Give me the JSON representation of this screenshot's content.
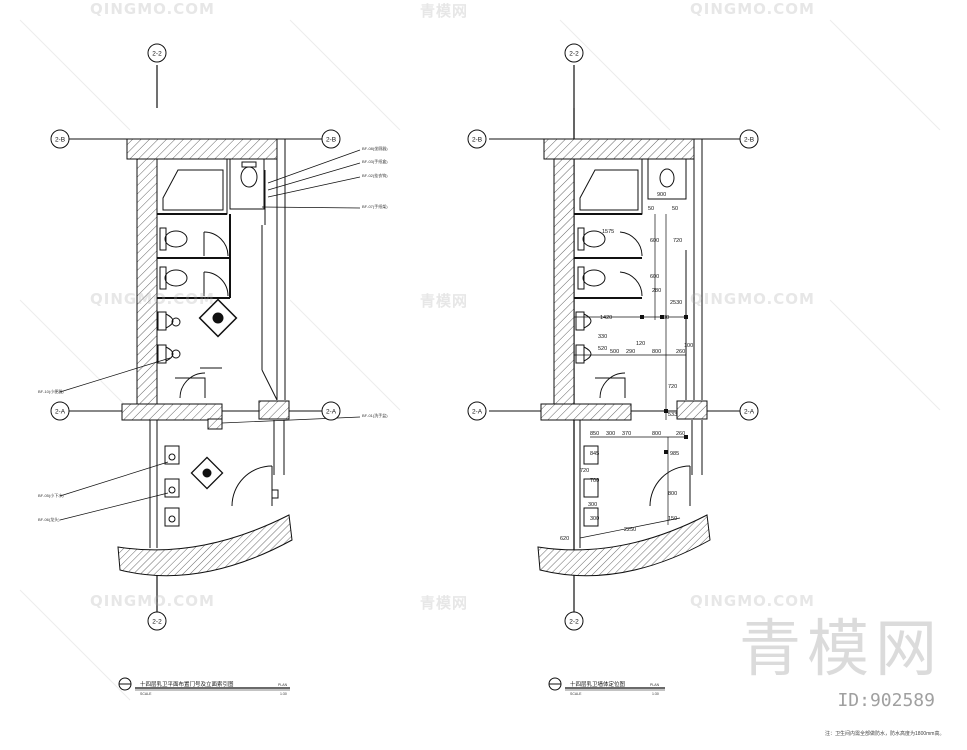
{
  "grid_labels": {
    "top": "2-2",
    "bottom": "2-2",
    "row_b": "2-B",
    "row_a": "2-A"
  },
  "left_plan": {
    "title": "十四层乳卫平面布置门号及立面索引图",
    "scale_label": "SCALE",
    "plan_label": "PLAN",
    "scale_value": "1:30",
    "callouts": [
      "BF-08(坐厕器)",
      "BF-03(手纸盒)",
      "BF-02(挂衣钩)",
      "BF-07(手纸架)",
      "BF-10(小便器)",
      "BF-01(洗手盆)",
      "BF-05(小下水)",
      "BF-06(龙头)"
    ]
  },
  "right_plan": {
    "title": "十四层乳卫墙体定位图",
    "scale_label": "SCALE",
    "plan_label": "PLAN",
    "scale_value": "1:30",
    "dims": [
      "900",
      "50",
      "50",
      "1575",
      "720",
      "600",
      "600",
      "280",
      "2530",
      "1420",
      "900",
      "330",
      "520",
      "500",
      "290",
      "120",
      "800",
      "260",
      "100",
      "720",
      "533",
      "850",
      "370",
      "300",
      "800",
      "260",
      "985",
      "845",
      "720",
      "700",
      "300",
      "800",
      "300",
      "2250",
      "620",
      "150"
    ]
  },
  "watermark": {
    "text": "QINGMO.COM",
    "cn": "青模网",
    "brand": "青模网",
    "id": "ID:902589"
  },
  "footnote": "注：卫生间内需全部做防水，防水高度为1800mm高。"
}
